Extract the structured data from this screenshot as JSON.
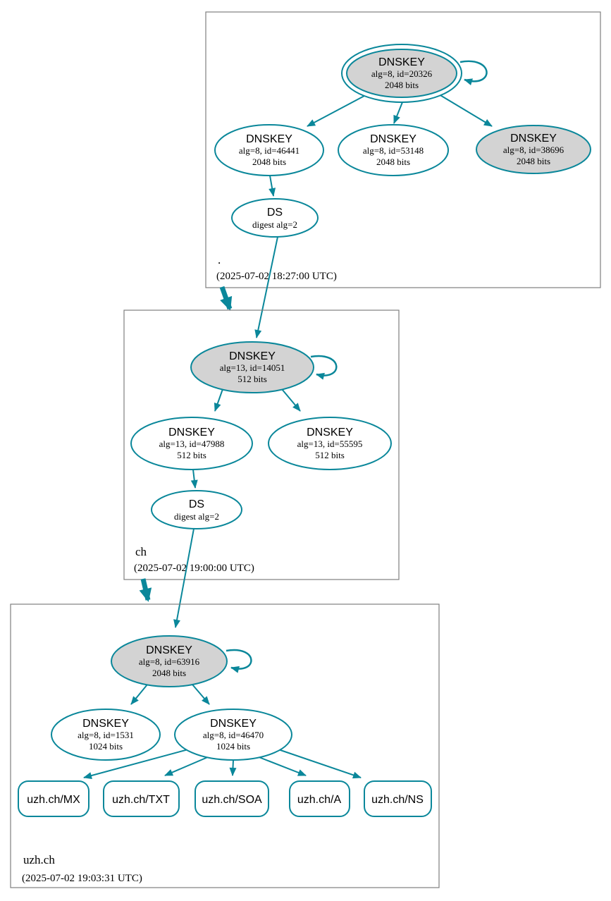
{
  "colors": {
    "edge": "#0a879a",
    "ksk_fill": "#d3d3d3",
    "node_fill": "#ffffff",
    "zone_border": "#7f7f7f",
    "text": "#000000",
    "bg": "#ffffff"
  },
  "zones": [
    {
      "label": ".",
      "timestamp": "(2025-07-02 18:27:00 UTC)",
      "nodes": {
        "ksk": {
          "title": "DNSKEY",
          "detail": "alg=8, id=20326",
          "bits": "2048 bits"
        },
        "zsk1": {
          "title": "DNSKEY",
          "detail": "alg=8, id=46441",
          "bits": "2048 bits"
        },
        "zsk2": {
          "title": "DNSKEY",
          "detail": "alg=8, id=53148",
          "bits": "2048 bits"
        },
        "zsk3": {
          "title": "DNSKEY",
          "detail": "alg=8, id=38696",
          "bits": "2048 bits"
        },
        "ds": {
          "title": "DS",
          "detail": "digest alg=2"
        }
      }
    },
    {
      "label": "ch",
      "timestamp": "(2025-07-02 19:00:00 UTC)",
      "nodes": {
        "ksk": {
          "title": "DNSKEY",
          "detail": "alg=13, id=14051",
          "bits": "512 bits"
        },
        "zsk1": {
          "title": "DNSKEY",
          "detail": "alg=13, id=47988",
          "bits": "512 bits"
        },
        "zsk2": {
          "title": "DNSKEY",
          "detail": "alg=13, id=55595",
          "bits": "512 bits"
        },
        "ds": {
          "title": "DS",
          "detail": "digest alg=2"
        }
      }
    },
    {
      "label": "uzh.ch",
      "timestamp": "(2025-07-02 19:03:31 UTC)",
      "nodes": {
        "ksk": {
          "title": "DNSKEY",
          "detail": "alg=8, id=63916",
          "bits": "2048 bits"
        },
        "zsk1": {
          "title": "DNSKEY",
          "detail": "alg=8, id=1531",
          "bits": "1024 bits"
        },
        "zsk2": {
          "title": "DNSKEY",
          "detail": "alg=8, id=46470",
          "bits": "1024 bits"
        }
      },
      "rrsets": [
        {
          "label": "uzh.ch/MX"
        },
        {
          "label": "uzh.ch/TXT"
        },
        {
          "label": "uzh.ch/SOA"
        },
        {
          "label": "uzh.ch/A"
        },
        {
          "label": "uzh.ch/NS"
        }
      ]
    }
  ]
}
